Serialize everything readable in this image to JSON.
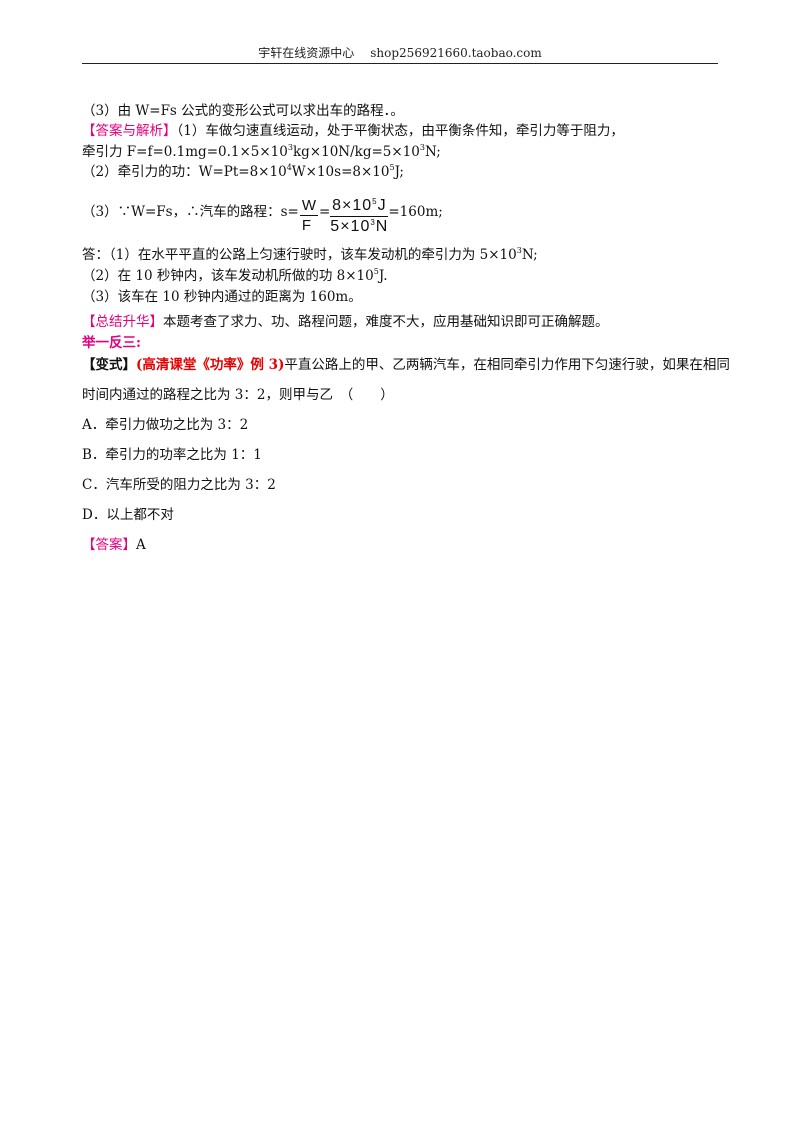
{
  "header": {
    "left": "宇轩在线资源中心",
    "right": "shop256921660.taobao.com"
  },
  "lines": {
    "l1": "（3）由 W=Fs 公式的变形公式可以求出车的路程．。",
    "l2_tag": "【答案与解析】",
    "l2_text": "（1）车做匀速直线运动，处于平衡状态，由平衡条件知，牵引力等于阻力，",
    "l3_a": "牵引力 F=f=0.1mg=0.1×5×10",
    "l3_sup1": "3",
    "l3_b": "kg×10N/kg=5×10",
    "l3_sup2": "3",
    "l3_c": "N;",
    "l4_a": "（2）牵引力的功：W=Pt=8×10",
    "l4_sup1": "4",
    "l4_b": "W×10s=8×10",
    "l4_sup2": "5",
    "l4_c": "J;",
    "l5_a": "（3）∵W=Fs，∴汽车的路程：s=",
    "l5_frac1_num": "W",
    "l5_frac1_den": "F",
    "l5_eq": "=",
    "l5_frac2_num_a": "8×10",
    "l5_frac2_num_sup": "5",
    "l5_frac2_num_b": "J",
    "l5_frac2_den_a": "5×10",
    "l5_frac2_den_sup": "3",
    "l5_frac2_den_b": "N",
    "l5_c": "=160m;",
    "l6_a": "答：（1）在水平平直的公路上匀速行驶时，该车发动机的牵引力为 5×10",
    "l6_sup": "3",
    "l6_b": "N;",
    "l7_a": "（2）在 10 秒钟内，该车发动机所做的功 8×10",
    "l7_sup": "5",
    "l7_b": "J.",
    "l8": "（3）该车在 10 秒钟内通过的距离为 160m。",
    "l9_tag": "【总结升华】",
    "l9_text": "本题考查了求力、功、路程问题，难度不大，应用基础知识即可正确解题。",
    "l10": "举一反三:",
    "l11_tag1": "【变式】",
    "l11_tag2": "(高清课堂《功率》例 3)",
    "l11_text": "平直公路上的甲、乙两辆汽车，在相同牵引力作用下匀速行驶，如果在相同",
    "l12": "时间内通过的路程之比为 3：2，则甲与乙　（　　）",
    "optA": "A．牵引力做功之比为 3：2",
    "optB": "B．牵引力的功率之比为 1：1",
    "optC": "C．汽车所受的阻力之比为 3：2",
    "optD": "D．以上都不对",
    "ans_tag": "【答案】",
    "ans_text": "A"
  }
}
